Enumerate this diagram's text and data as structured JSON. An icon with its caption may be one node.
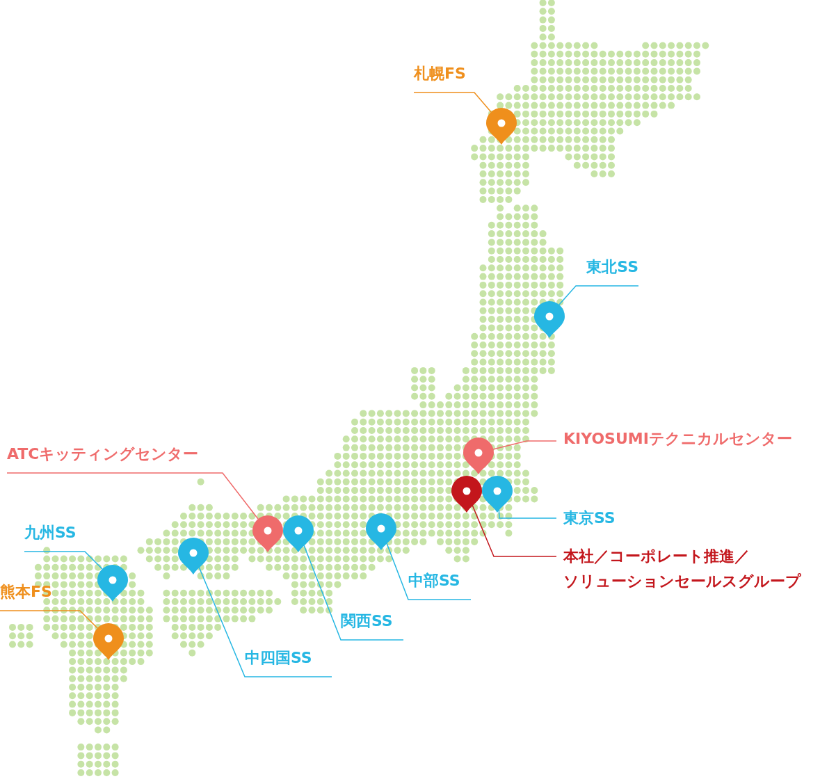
{
  "diagram": {
    "nodes": [
      {
        "text": [
          "札幌FS"
        ]
      },
      {
        "text": [],
        "shape": "pin"
      },
      {
        "text": [
          "東北SS"
        ]
      },
      {
        "text": [],
        "shape": "pin"
      },
      {
        "text": [
          "KIYOSUMIテクニカルセンター"
        ]
      },
      {
        "text": [],
        "shape": "pin"
      },
      {
        "text": [
          "ATCキッティングセンター"
        ]
      },
      {
        "text": [],
        "shape": "pin"
      },
      {
        "text": [
          "東京SS"
        ]
      },
      {
        "text": [],
        "shape": "pin"
      },
      {
        "text": [
          "本社／コーポレート推進／ソリューションセールスグループ"
        ]
      },
      {
        "text": [],
        "shape": "pin"
      },
      {
        "text": [
          "九州SS"
        ]
      },
      {
        "text": [],
        "shape": "pin"
      },
      {
        "text": [
          "中部SS"
        ]
      },
      {
        "text": [],
        "shape": "pin"
      },
      {
        "text": [
          "熊本FS"
        ]
      },
      {
        "text": [],
        "shape": "pin"
      },
      {
        "text": [
          "関西SS"
        ]
      },
      {
        "text": [],
        "shape": "pin"
      },
      {
        "text": [
          "中四国SS"
        ]
      },
      {
        "text": [],
        "shape": "pin"
      }
    ],
    "edges": [
      {
        "from": 0,
        "to": 1,
        "arrow": "none",
        "color": "#ef8f1c"
      },
      {
        "from": 2,
        "to": 3,
        "arrow": "none"
      },
      {
        "from": 4,
        "to": 5,
        "arrow": "none",
        "color": "#ef6b6b"
      },
      {
        "from": 6,
        "to": 7,
        "arrow": "none",
        "color": "#ef6b6b"
      },
      {
        "from": 8,
        "to": 9,
        "arrow": "none"
      },
      {
        "from": 10,
        "to": 11,
        "arrow": "none",
        "color": "#c3161c"
      },
      {
        "from": 12,
        "to": 13,
        "arrow": "none"
      },
      {
        "from": 14,
        "to": 15,
        "arrow": "none"
      },
      {
        "from": 16,
        "to": 17,
        "arrow": "none",
        "color": "#ef8f1c"
      },
      {
        "from": 18,
        "to": 19,
        "arrow": "none"
      },
      {
        "from": 20,
        "to": 21,
        "arrow": "none"
      }
    ]
  }
}
